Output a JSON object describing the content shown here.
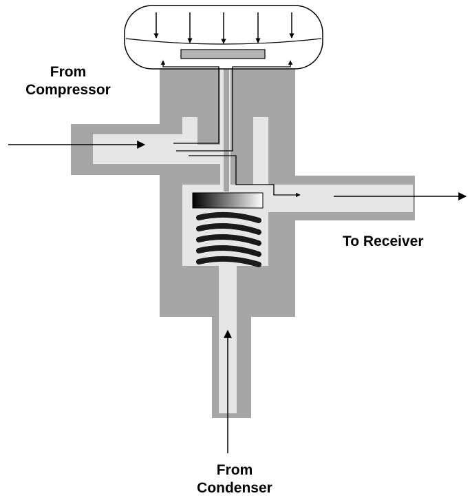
{
  "labels": {
    "from_compressor": [
      "From",
      "Compressor"
    ],
    "to_receiver": "To Receiver",
    "from_condenser": [
      "From",
      "Condenser"
    ]
  },
  "colors": {
    "body": "#a6a6a6",
    "passage": "#e6e6e6",
    "stroke": "#000000",
    "spring": "#1a1a1a",
    "dome_fill": "#ffffff"
  },
  "icons": {
    "flow_arrow": "arrow-icon",
    "pressure_arrow": "down-arrow-icon",
    "spring": "coil-spring-icon"
  }
}
